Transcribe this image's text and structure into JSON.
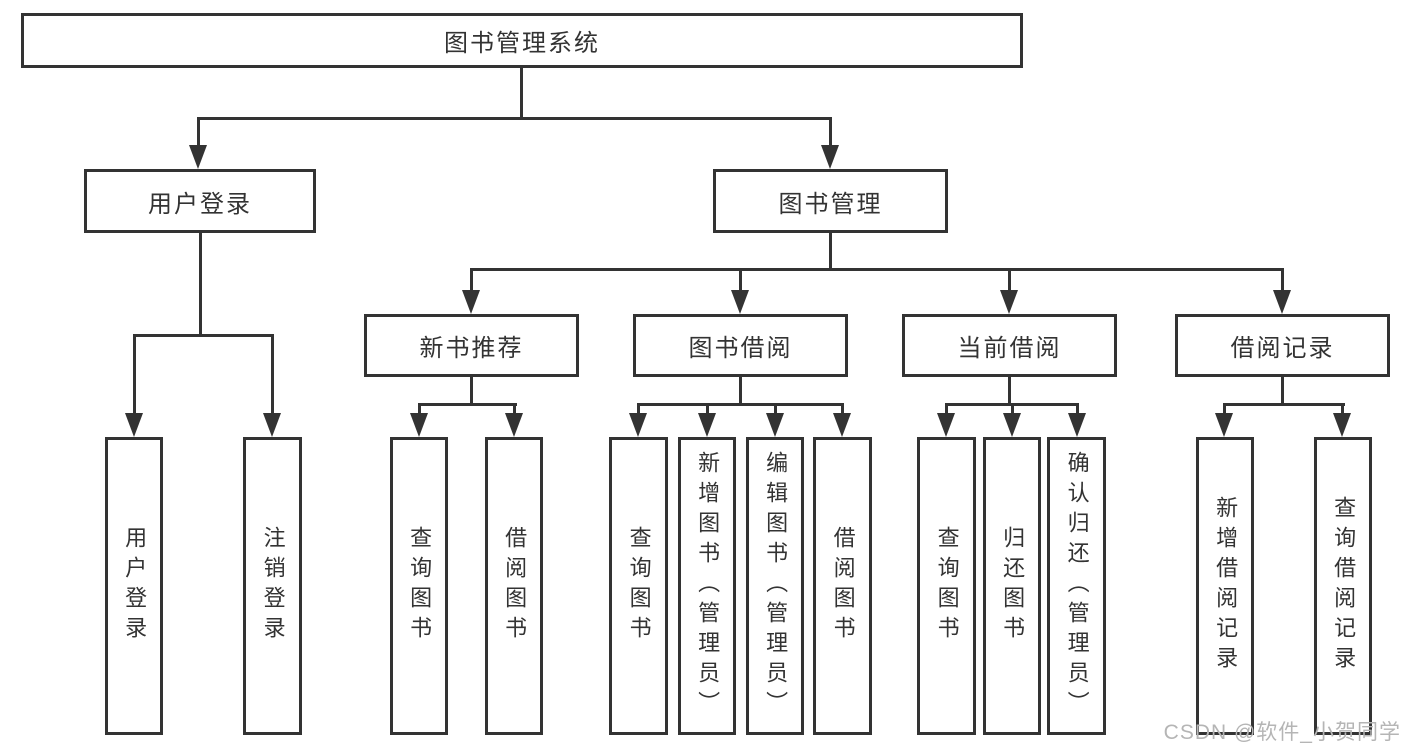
{
  "tree": {
    "root": "图书管理系统",
    "level2": [
      "用户登录",
      "图书管理"
    ],
    "level3": [
      "新书推荐",
      "图书借阅",
      "当前借阅",
      "借阅记录"
    ],
    "leaves": {
      "user": [
        "用户登录",
        "注销登录"
      ],
      "newbook": [
        "查询图书",
        "借阅图书"
      ],
      "borrow": [
        "查询图书",
        "新增图书（管理员）",
        "编辑图书（管理员）",
        "借阅图书"
      ],
      "current": [
        "查询图书",
        "归还图书",
        "确认归还（管理员）"
      ],
      "records": [
        "新增借阅记录",
        "查询借阅记录"
      ]
    }
  },
  "watermark": {
    "text": "CSDN @软件_小贺同学"
  },
  "colors": {
    "line": "#333333",
    "text": "#333333",
    "watermark": "#b5b5b5",
    "background": "#ffffff"
  }
}
